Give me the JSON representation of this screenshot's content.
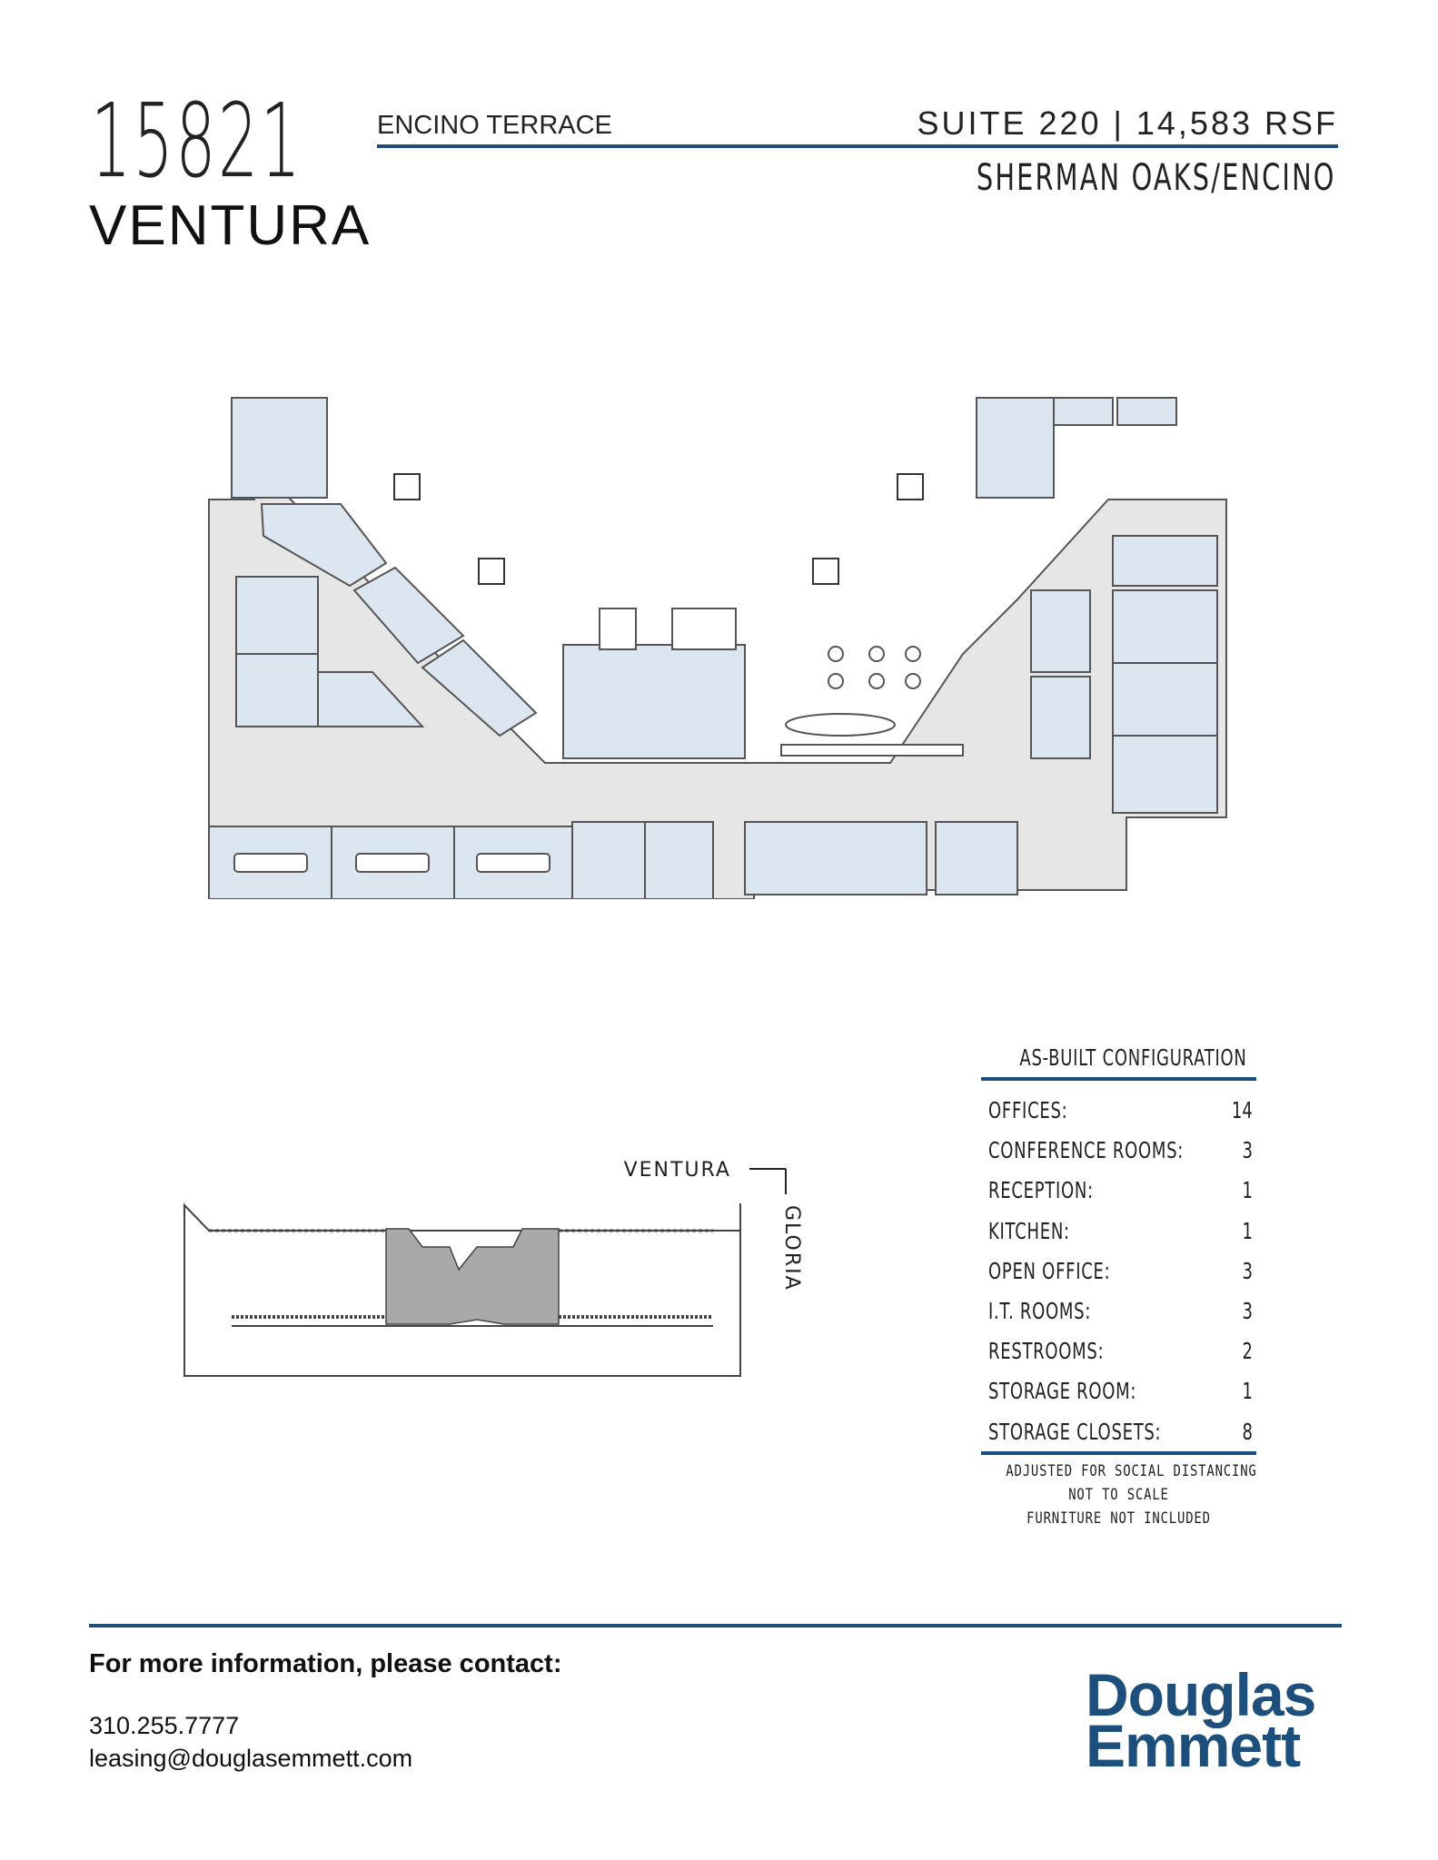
{
  "header": {
    "address_number": "15821",
    "street": "VENTURA",
    "building_name": "ENCINO TERRACE",
    "suite_info": "SUITE 220 | 14,583 RSF",
    "submarket": "SHERMAN OAKS/ENCINO"
  },
  "keyplan": {
    "street_label": "VENTURA",
    "cross_street_label": "GLORIA"
  },
  "configuration": {
    "title": "AS-BUILT CONFIGURATION",
    "rows": [
      {
        "label": "OFFICES:",
        "value": "14"
      },
      {
        "label": "CONFERENCE ROOMS:",
        "value": "3"
      },
      {
        "label": "RECEPTION:",
        "value": "1"
      },
      {
        "label": "KITCHEN:",
        "value": "1"
      },
      {
        "label": "OPEN OFFICE:",
        "value": "3"
      },
      {
        "label": "I.T. ROOMS:",
        "value": "3"
      },
      {
        "label": "RESTROOMS:",
        "value": "2"
      },
      {
        "label": "STORAGE ROOM:",
        "value": "1"
      },
      {
        "label": "STORAGE CLOSETS:",
        "value": "8"
      }
    ],
    "notes": [
      "ADJUSTED FOR SOCIAL DISTANCING",
      "NOT TO SCALE",
      "FURNITURE NOT INCLUDED"
    ]
  },
  "footer": {
    "contact_heading": "For more information, please contact:",
    "phone": "310.255.7777",
    "email": "leasing@douglasemmett.com"
  },
  "logo": {
    "line1": "Douglas",
    "line2": "Emmett"
  },
  "colors": {
    "brand_blue": "#1d4f7c",
    "room_fill": "#dce6f1",
    "corridor_fill": "#e6e6e6",
    "highlight_fill": "#a9a9a9"
  }
}
